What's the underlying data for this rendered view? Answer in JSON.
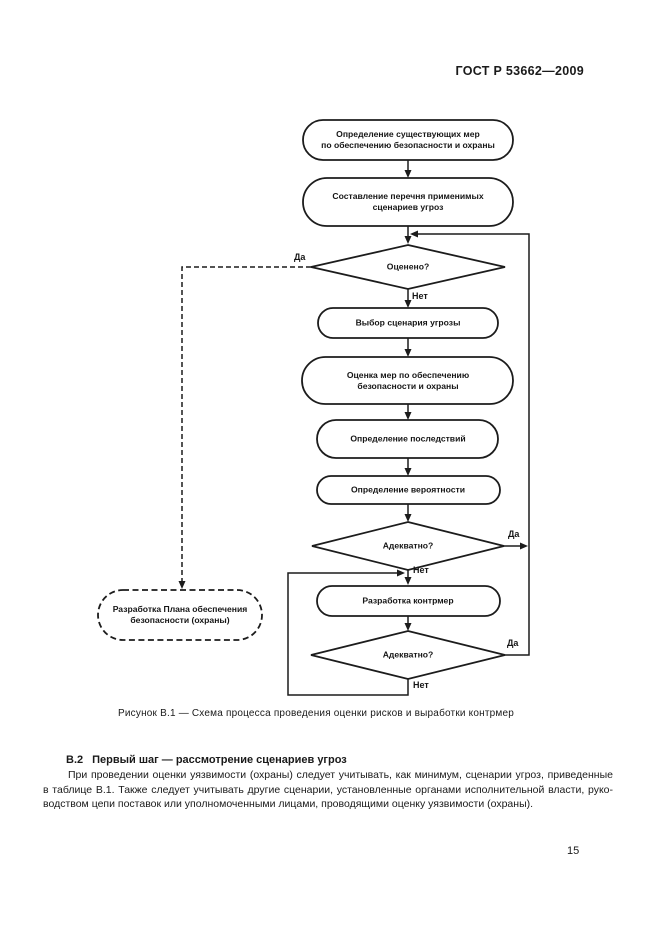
{
  "header": {
    "title": "ГОСТ Р 53662—2009"
  },
  "figure": {
    "caption": "Рисунок В.1 — Схема процесса проведения оценки рисков и выработки контрмер",
    "labels": {
      "yes": "Да",
      "no": "Нет"
    },
    "nodes": {
      "existing_measures": {
        "line1": "Определение существующих мер",
        "line2": "по обеспечению безопасности и охраны"
      },
      "scenario_list": {
        "line1": "Составление перечня применимых",
        "line2": "сценариев угроз"
      },
      "evaluated": {
        "label": "Оценено?"
      },
      "select_scenario": {
        "label": "Выбор сценария угрозы"
      },
      "assess_measures": {
        "line1": "Оценка мер по обеспечению",
        "line2": "безопасности и охраны"
      },
      "consequences": {
        "label": "Определение последствий"
      },
      "probability": {
        "label": "Определение вероятности"
      },
      "adequate1": {
        "label": "Адекватно?"
      },
      "countermeasures": {
        "label": "Разработка контрмер"
      },
      "adequate2": {
        "label": "Адекватно?"
      },
      "security_plan": {
        "line1": "Разработка Плана обеспечения",
        "line2": "безопасности (охраны)"
      }
    }
  },
  "section": {
    "number": "В.2",
    "title": "Первый шаг — рассмотрение сценариев угроз",
    "paragraph_lines": [
      "При проведении оценки уязвимости (охраны) следует учитывать, как минимум, сценарии угроз, приведенные",
      "в таблице В.1. Также следует учитывать другие сценарии, установленные органами исполнительной власти, руко-",
      "водством цепи поставок или уполномоченными лицами, проводящими оценку уязвимости (охраны)."
    ]
  },
  "page_number": "15",
  "colors": {
    "ink": "#1a1a1a",
    "background": "#ffffff"
  }
}
